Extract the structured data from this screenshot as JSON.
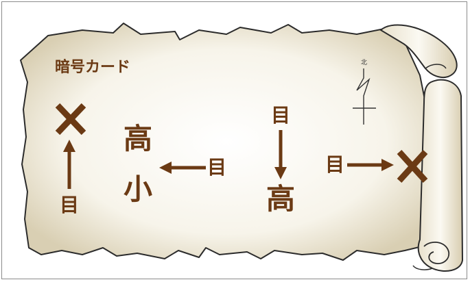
{
  "card": {
    "title": "暗号カード",
    "north_label": "北"
  },
  "glyphs": {
    "me": "目",
    "high": "高",
    "small": "小"
  },
  "colors": {
    "ink": "#6b3a14",
    "parchment": "#f3efe2",
    "parchment_edge": "#cfc4a6",
    "outline": "#2b2b2b"
  },
  "icons": [
    "cross-mark-icon",
    "arrow-up-icon",
    "arrow-left-icon",
    "arrow-down-icon",
    "arrow-right-icon",
    "compass-north-icon"
  ]
}
